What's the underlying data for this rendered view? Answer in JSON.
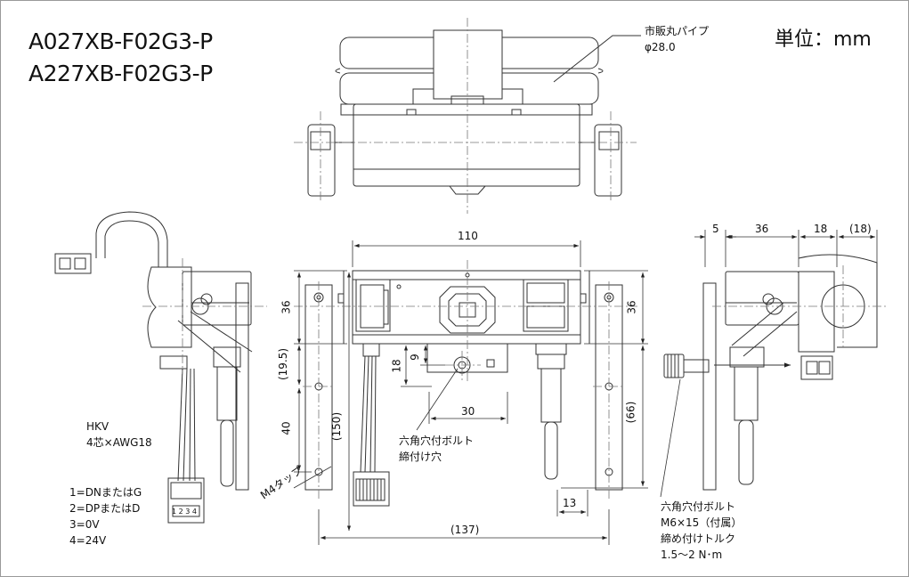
{
  "titles": [
    "A027XB-F02G3-P",
    "A227XB-F02G3-P"
  ],
  "unit": "単位：mm",
  "pipe": {
    "name": "市販丸パイプ",
    "dia": "φ28.0"
  },
  "cable": {
    "name": "HKV",
    "spec": "4芯×AWG18"
  },
  "pins": [
    "1=DNまたはG",
    "2=DPまたはD",
    "3=0V",
    "4=24V"
  ],
  "tap": "M4タップ",
  "hole": {
    "line1": "六角穴付ボルト",
    "line2": "締付け穴"
  },
  "bolt": {
    "line1": "六角穴付ボルト",
    "line2": "M6×15（付属）",
    "line3": "締め付けトルク",
    "line4": "1.5〜2 N･m"
  },
  "dims": {
    "w110": "110",
    "h36l": "36",
    "h36r": "36",
    "h19_5": "(19.5)",
    "h18": "18",
    "h9": "9",
    "w30": "30",
    "h40": "40",
    "h150": "(150)",
    "h66": "(66)",
    "w13": "13",
    "w137": "(137)",
    "s5": "5",
    "s36": "36",
    "s18": "18",
    "s18p": "(18)"
  },
  "connector_text": "1 2 3 4"
}
